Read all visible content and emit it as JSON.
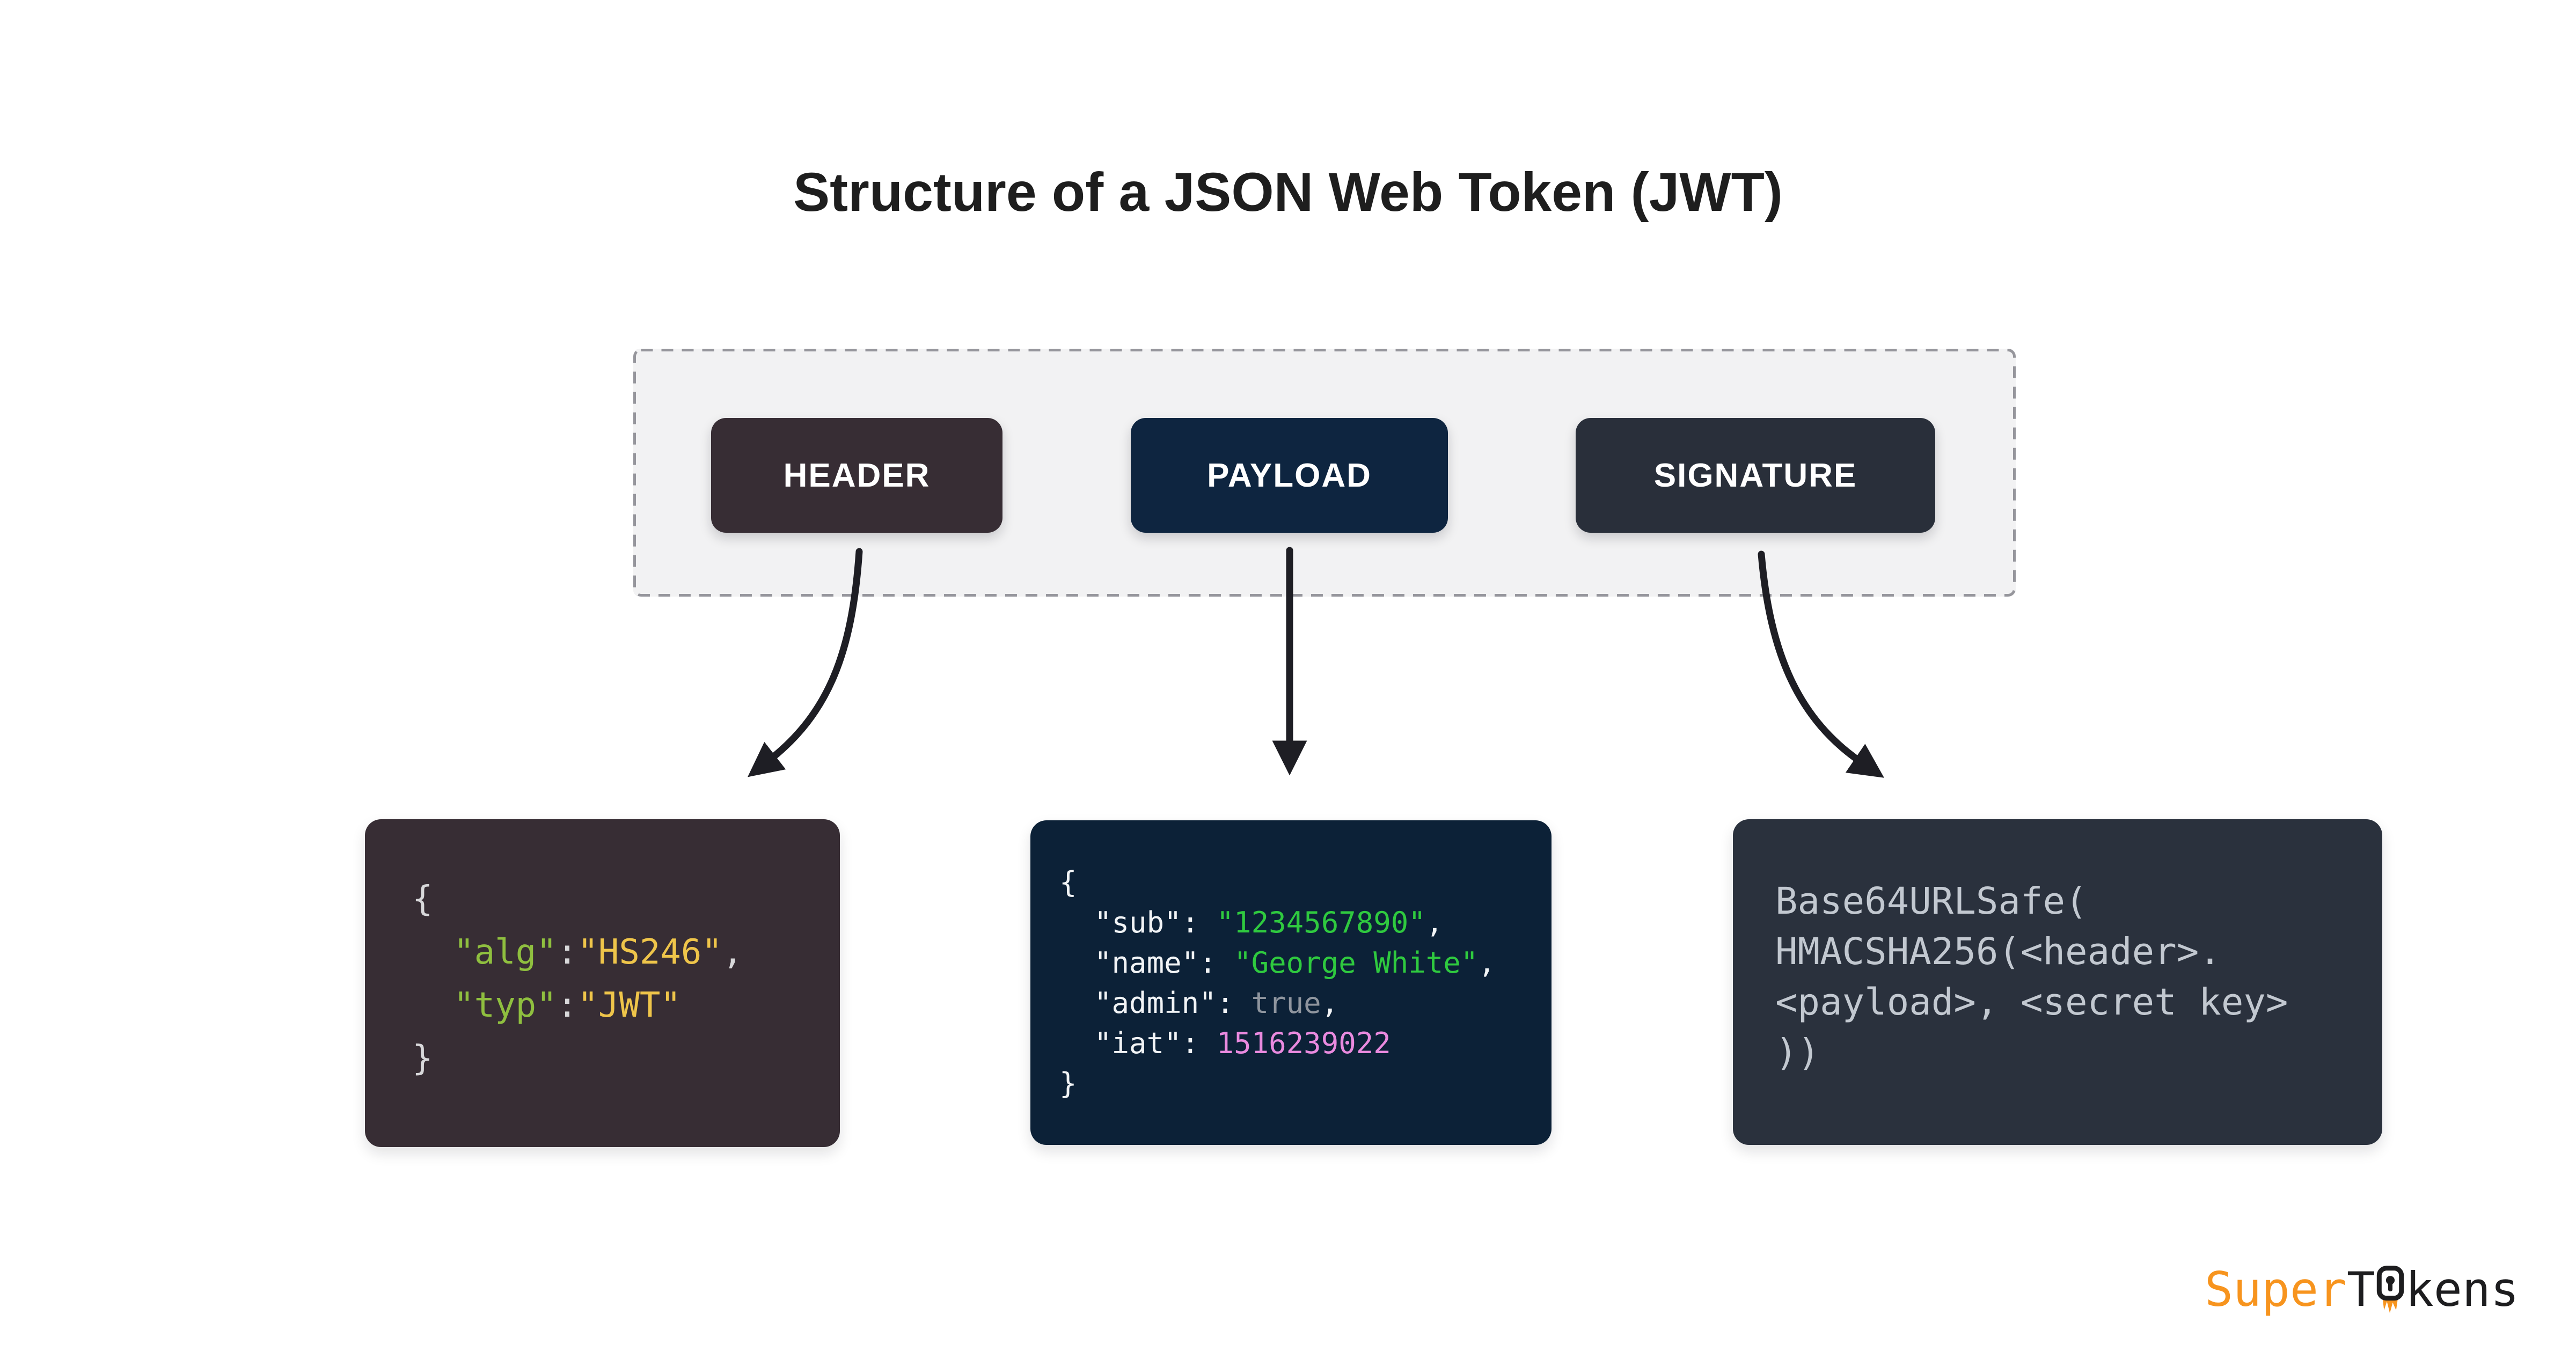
{
  "title": "Structure of a JSON Web Token (JWT)",
  "blocks": [
    {
      "label": "HEADER"
    },
    {
      "label": "PAYLOAD"
    },
    {
      "label": "SIGNATURE"
    }
  ],
  "code": {
    "header": {
      "lines": [
        [
          [
            "{",
            "gray_light"
          ]
        ],
        [
          [
            "  ",
            "gray_light"
          ],
          [
            "\"alg\"",
            "key_green"
          ],
          [
            ":",
            "gray_light"
          ],
          [
            "\"HS246\"",
            "value_yellow"
          ],
          [
            ",",
            "gray_light"
          ]
        ],
        [
          [
            "  ",
            "gray_light"
          ],
          [
            "\"typ\"",
            "key_green"
          ],
          [
            ":",
            "gray_light"
          ],
          [
            "\"JWT\"",
            "value_yellow"
          ]
        ],
        [
          [
            "}",
            "gray_light"
          ]
        ]
      ]
    },
    "payload": {
      "lines": [
        [
          [
            "{",
            "white"
          ]
        ],
        [
          [
            "  ",
            "white"
          ],
          [
            "\"sub\"",
            "white"
          ],
          [
            ": ",
            "white"
          ],
          [
            "\"1234567890\"",
            "string_green"
          ],
          [
            ",",
            "white"
          ]
        ],
        [
          [
            "  ",
            "white"
          ],
          [
            "\"name\"",
            "white"
          ],
          [
            ": ",
            "white"
          ],
          [
            "\"George White\"",
            "string_green"
          ],
          [
            ",",
            "white"
          ]
        ],
        [
          [
            "  ",
            "white"
          ],
          [
            "\"admin\"",
            "white"
          ],
          [
            ": ",
            "white"
          ],
          [
            "true",
            "bool_gray"
          ],
          [
            ",",
            "white"
          ]
        ],
        [
          [
            "  ",
            "white"
          ],
          [
            "\"iat\"",
            "white"
          ],
          [
            ": ",
            "white"
          ],
          [
            "1516239022",
            "number_pink"
          ]
        ],
        [
          [
            "}",
            "white"
          ]
        ]
      ]
    },
    "signature": {
      "lines": [
        [
          [
            "Base64URLSafe(",
            "signature_text"
          ]
        ],
        [
          [
            "HMACSHA256(<header>.",
            "signature_text"
          ]
        ],
        [
          [
            "<payload>, <secret key>",
            "signature_text"
          ]
        ],
        [
          [
            "))",
            "signature_text"
          ]
        ]
      ]
    }
  },
  "logo": {
    "super": "Super",
    "t": "T",
    "kens": "kens",
    "lock_icon": "padlock-o-with-flame"
  },
  "colors": {
    "page_bg": "#ffffff",
    "title_text": "#1e1e1e",
    "container_bg": "#f2f2f3",
    "container_border": "#96969c",
    "arrow": "#1e1e24",
    "button_text": "#ffffff",
    "header_block": "#372d34",
    "payload_block": "#0e2540",
    "signature_block": "#292f3a",
    "header_box": "#372d34",
    "payload_box": "#0c2137",
    "signature_box": "#2a313d",
    "logo_orange": "#f7941e",
    "logo_dark": "#1d1d1f",
    "code": {
      "gray_light": "#d8d8da",
      "key_green": "#8fbf3f",
      "value_yellow": "#efc54a",
      "white": "#f2f4f6",
      "string_green": "#2fca3f",
      "bool_gray": "#8f959e",
      "number_pink": "#ea8adf",
      "signature_text": "#c2c8d0"
    }
  }
}
